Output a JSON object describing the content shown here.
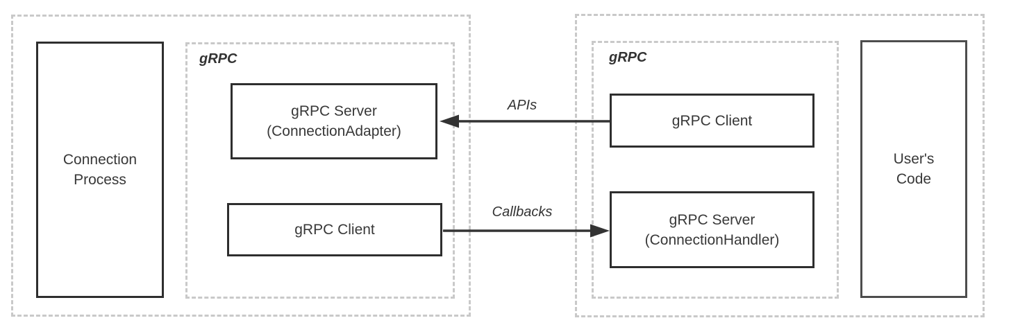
{
  "diagram": {
    "left_container": {
      "process_box": {
        "label": "Connection\nProcess"
      },
      "grpc_group": {
        "label": "gRPC",
        "server_box": {
          "label": "gRPC Server\n(ConnectionAdapter)"
        },
        "client_box": {
          "label": "gRPC Client"
        }
      }
    },
    "right_container": {
      "grpc_group": {
        "label": "gRPC",
        "client_box": {
          "label": "gRPC Client"
        },
        "server_box": {
          "label": "gRPC Server\n(ConnectionHandler)"
        }
      },
      "user_code_box": {
        "label": "User's\nCode"
      }
    },
    "arrows": {
      "apis": {
        "label": "APIs",
        "direction": "left"
      },
      "callbacks": {
        "label": "Callbacks",
        "direction": "right"
      }
    },
    "colors": {
      "solid_border": "#2e2e2e",
      "user_code_border": "#4d4d4d",
      "dashed_border": "#c9c9c9",
      "arrow": "#333333",
      "text": "#383838",
      "background": "#ffffff"
    }
  }
}
